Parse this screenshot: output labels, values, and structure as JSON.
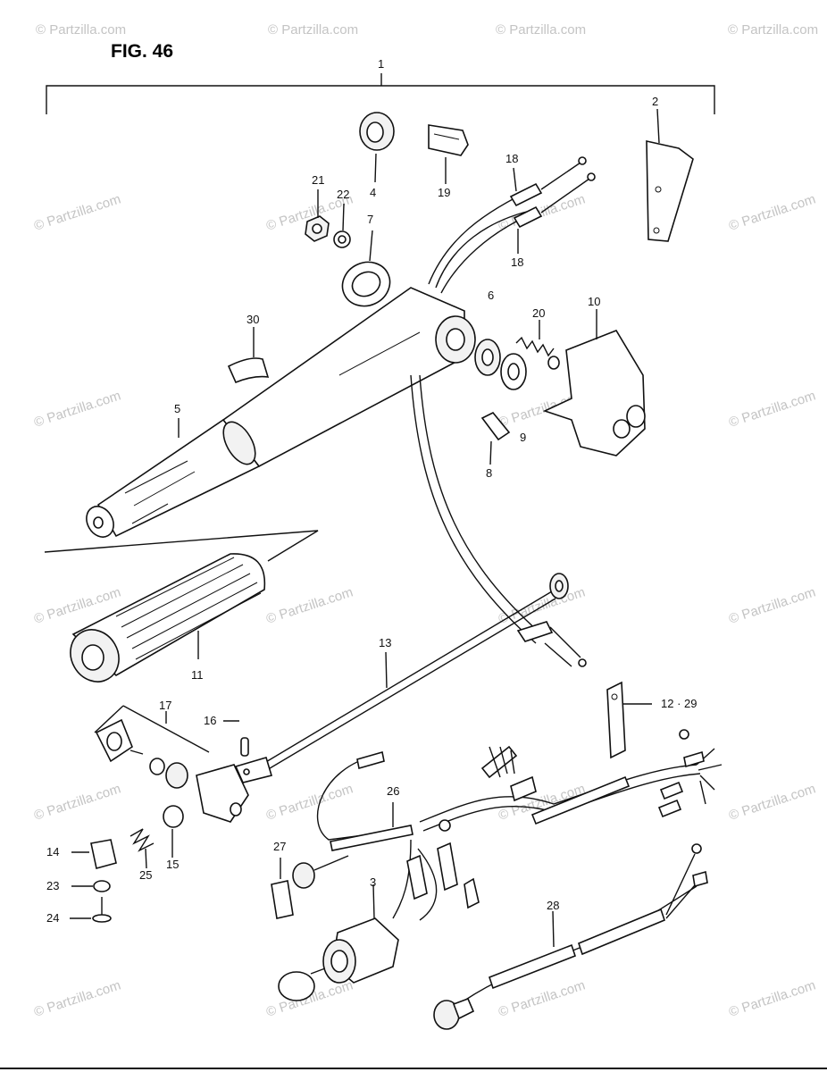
{
  "figure": {
    "title": "FIG. 46",
    "watermark": "© Partzilla.com"
  },
  "labels": {
    "p1": "1",
    "p2": "2",
    "p3": "3",
    "p4": "4",
    "p5": "5",
    "p6": "6",
    "p7": "7",
    "p8": "8",
    "p9": "9",
    "p10": "10",
    "p11": "11",
    "p12_29": "12 · 29",
    "p13": "13",
    "p14": "14",
    "p15": "15",
    "p16": "16",
    "p17": "17",
    "p18a": "18",
    "p18b": "18",
    "p19": "19",
    "p20": "20",
    "p21": "21",
    "p22": "22",
    "p23": "23",
    "p24": "24",
    "p25": "25",
    "p26": "26",
    "p27": "27",
    "p28": "28",
    "p30": "30"
  },
  "colors": {
    "ink": "#111111",
    "paper": "#ffffff",
    "watermark": "#c4c4c4"
  }
}
